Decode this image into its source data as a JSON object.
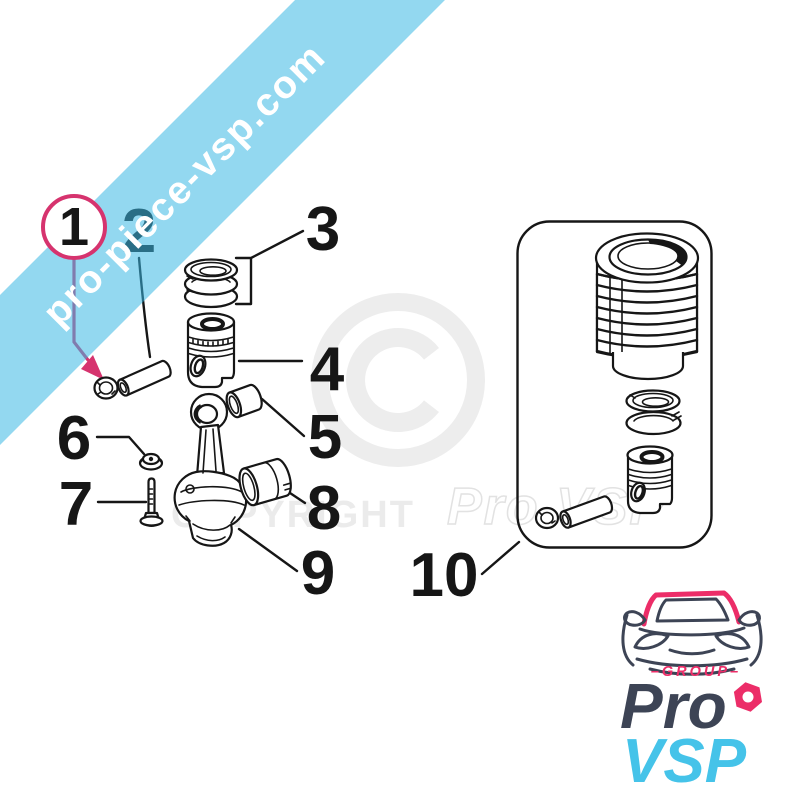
{
  "banner": {
    "text": "pro-piece-vsp.com"
  },
  "watermark": {
    "copyright_label": "COPYRIGHT",
    "brand": "Pro VSP"
  },
  "diagram": {
    "labels": [
      {
        "text": "1"
      },
      {
        "text": "2"
      },
      {
        "text": "3"
      },
      {
        "text": "4"
      },
      {
        "text": "5"
      },
      {
        "text": "6"
      },
      {
        "text": "7"
      },
      {
        "text": "8"
      },
      {
        "text": "9"
      },
      {
        "text": "10"
      }
    ]
  },
  "logo": {
    "group_label": "–GROUP–",
    "pro_text": "Pro",
    "vsp_text": "VSP"
  },
  "colors": {
    "accent_pink": "#d6336e",
    "banner_blue": "rgba(59,184,227,0.55)",
    "line_black": "#161616",
    "watermark_gray": "#ededed",
    "copyright_gray": "#ebebeb",
    "logo_navy": "#3d4455",
    "logo_cyan": "#45c3e9",
    "logo_pink": "#ec2d68"
  }
}
